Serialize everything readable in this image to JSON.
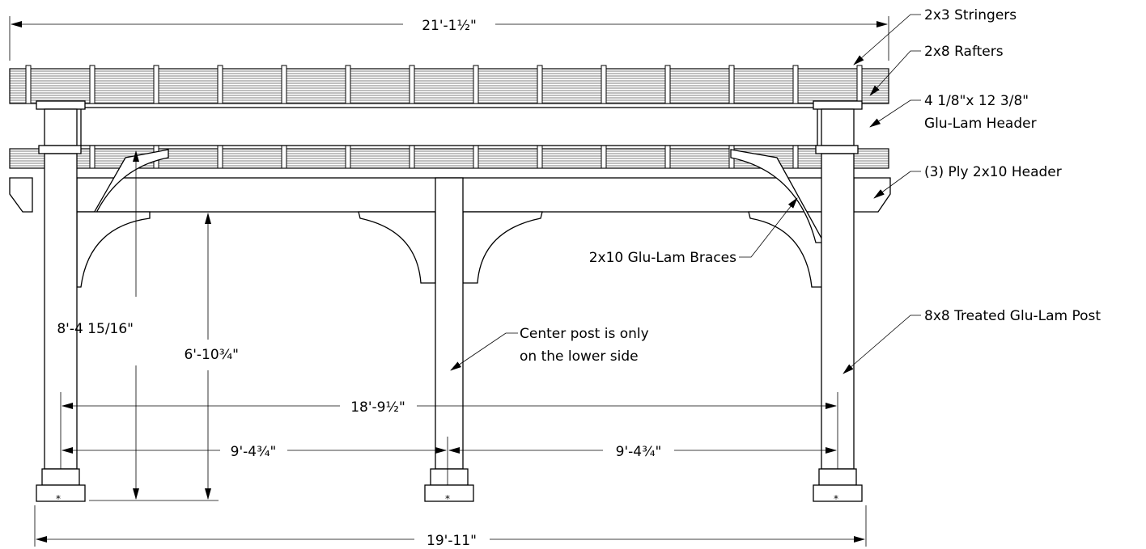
{
  "callouts": {
    "stringers": "2x3 Stringers",
    "rafters": "2x8 Rafters",
    "glulam_header_1": "4 1/8\"x 12 3/8\"",
    "glulam_header_2": "Glu-Lam Header",
    "ply_header": "(3) Ply 2x10 Header",
    "braces": "2x10 Glu-Lam Braces",
    "center_post_1": "Center post is only",
    "center_post_2": "on the lower side",
    "post": "8x8 Treated Glu-Lam Post"
  },
  "dimensions": {
    "overall_width": "21'-1½\"",
    "rafter_height": "8'-4 15/16\"",
    "header_clearance": "6'-10¾\"",
    "post_span": "18'-9½\"",
    "half_span_left": "9'-4¾\"",
    "half_span_right": "9'-4¾\"",
    "base_width": "19'-11\""
  }
}
